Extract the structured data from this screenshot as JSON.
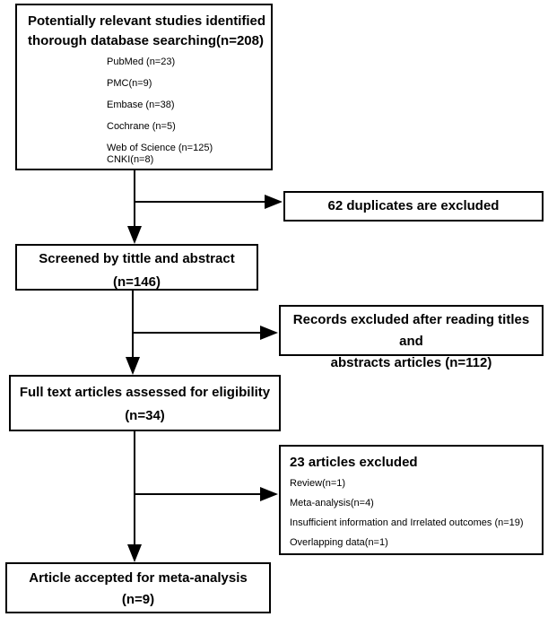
{
  "search": {
    "title": "Potentially relevant studies identified thorough database searching(n=208)",
    "sources": [
      "PubMed (n=23)",
      "PMC(n=9)",
      "Embase (n=38)",
      "Cochrane (n=5)",
      "Web of Science (n=125)",
      "CNKI(n=8)"
    ]
  },
  "duplicates": {
    "label": "62 duplicates are excluded"
  },
  "screened": {
    "line1": "Screened by tittle and abstract",
    "line2": "(n=146)"
  },
  "excluded_records": {
    "line1": "Records excluded after reading titles and",
    "line2": "abstracts articles (n=112)"
  },
  "full_text": {
    "line1": "Full text articles assessed for eligibility",
    "line2": "(n=34)"
  },
  "excluded_articles": {
    "title": "23 articles excluded",
    "items": [
      "Review(n=1)",
      "Meta-analysis(n=4)",
      "Insufficient information and Irrelated outcomes (n=19)",
      "Overlapping data(n=1)"
    ]
  },
  "final": {
    "line1": "Article accepted for meta-analysis",
    "line2": "(n=9)"
  }
}
